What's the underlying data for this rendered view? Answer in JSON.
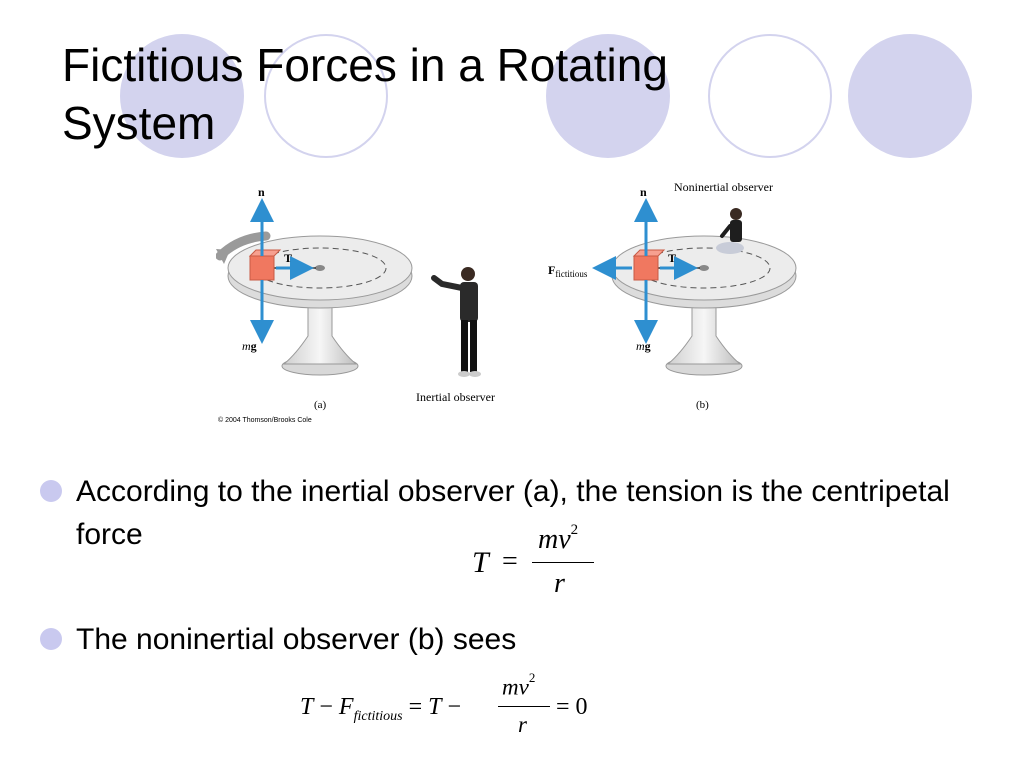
{
  "slide": {
    "title": "Fictitious Forces in a Rotating System"
  },
  "figure": {
    "panel_a": {
      "label": "(a)",
      "observer_label": "Inertial observer",
      "force_labels": {
        "normal": "n",
        "tension": "T",
        "gravity_m": "m",
        "gravity_g": "g"
      }
    },
    "panel_b": {
      "label": "(b)",
      "observer_label": "Noninertial observer",
      "force_labels": {
        "normal": "n",
        "tension": "T",
        "gravity_m": "m",
        "gravity_g": "g",
        "fictitious_F": "F",
        "fictitious_sub": "fictitious"
      }
    },
    "copyright": "© 2004 Thomson/Brooks Cole",
    "colors": {
      "arrow": "#2e8fd0",
      "block": "#f07860",
      "turntable": "#e6e6e6",
      "accent": "#d3d3ee"
    }
  },
  "bullets": [
    {
      "text": "According to the inertial observer (a), the tension is the centripetal force"
    },
    {
      "text": "The noninertial observer (b) sees"
    }
  ],
  "equations": {
    "eq1": {
      "lhs": "T",
      "equals": "=",
      "num_mv": "mv",
      "num_exp": "2",
      "den": "r"
    },
    "eq2": {
      "t1": "T",
      "minus": "−",
      "F": "F",
      "sub": "fictitious",
      "eq1": "=",
      "t2": "T",
      "minus2": "−",
      "num_mv": "mv",
      "num_exp": "2",
      "den": "r",
      "eq2": "=",
      "zero": "0"
    }
  }
}
